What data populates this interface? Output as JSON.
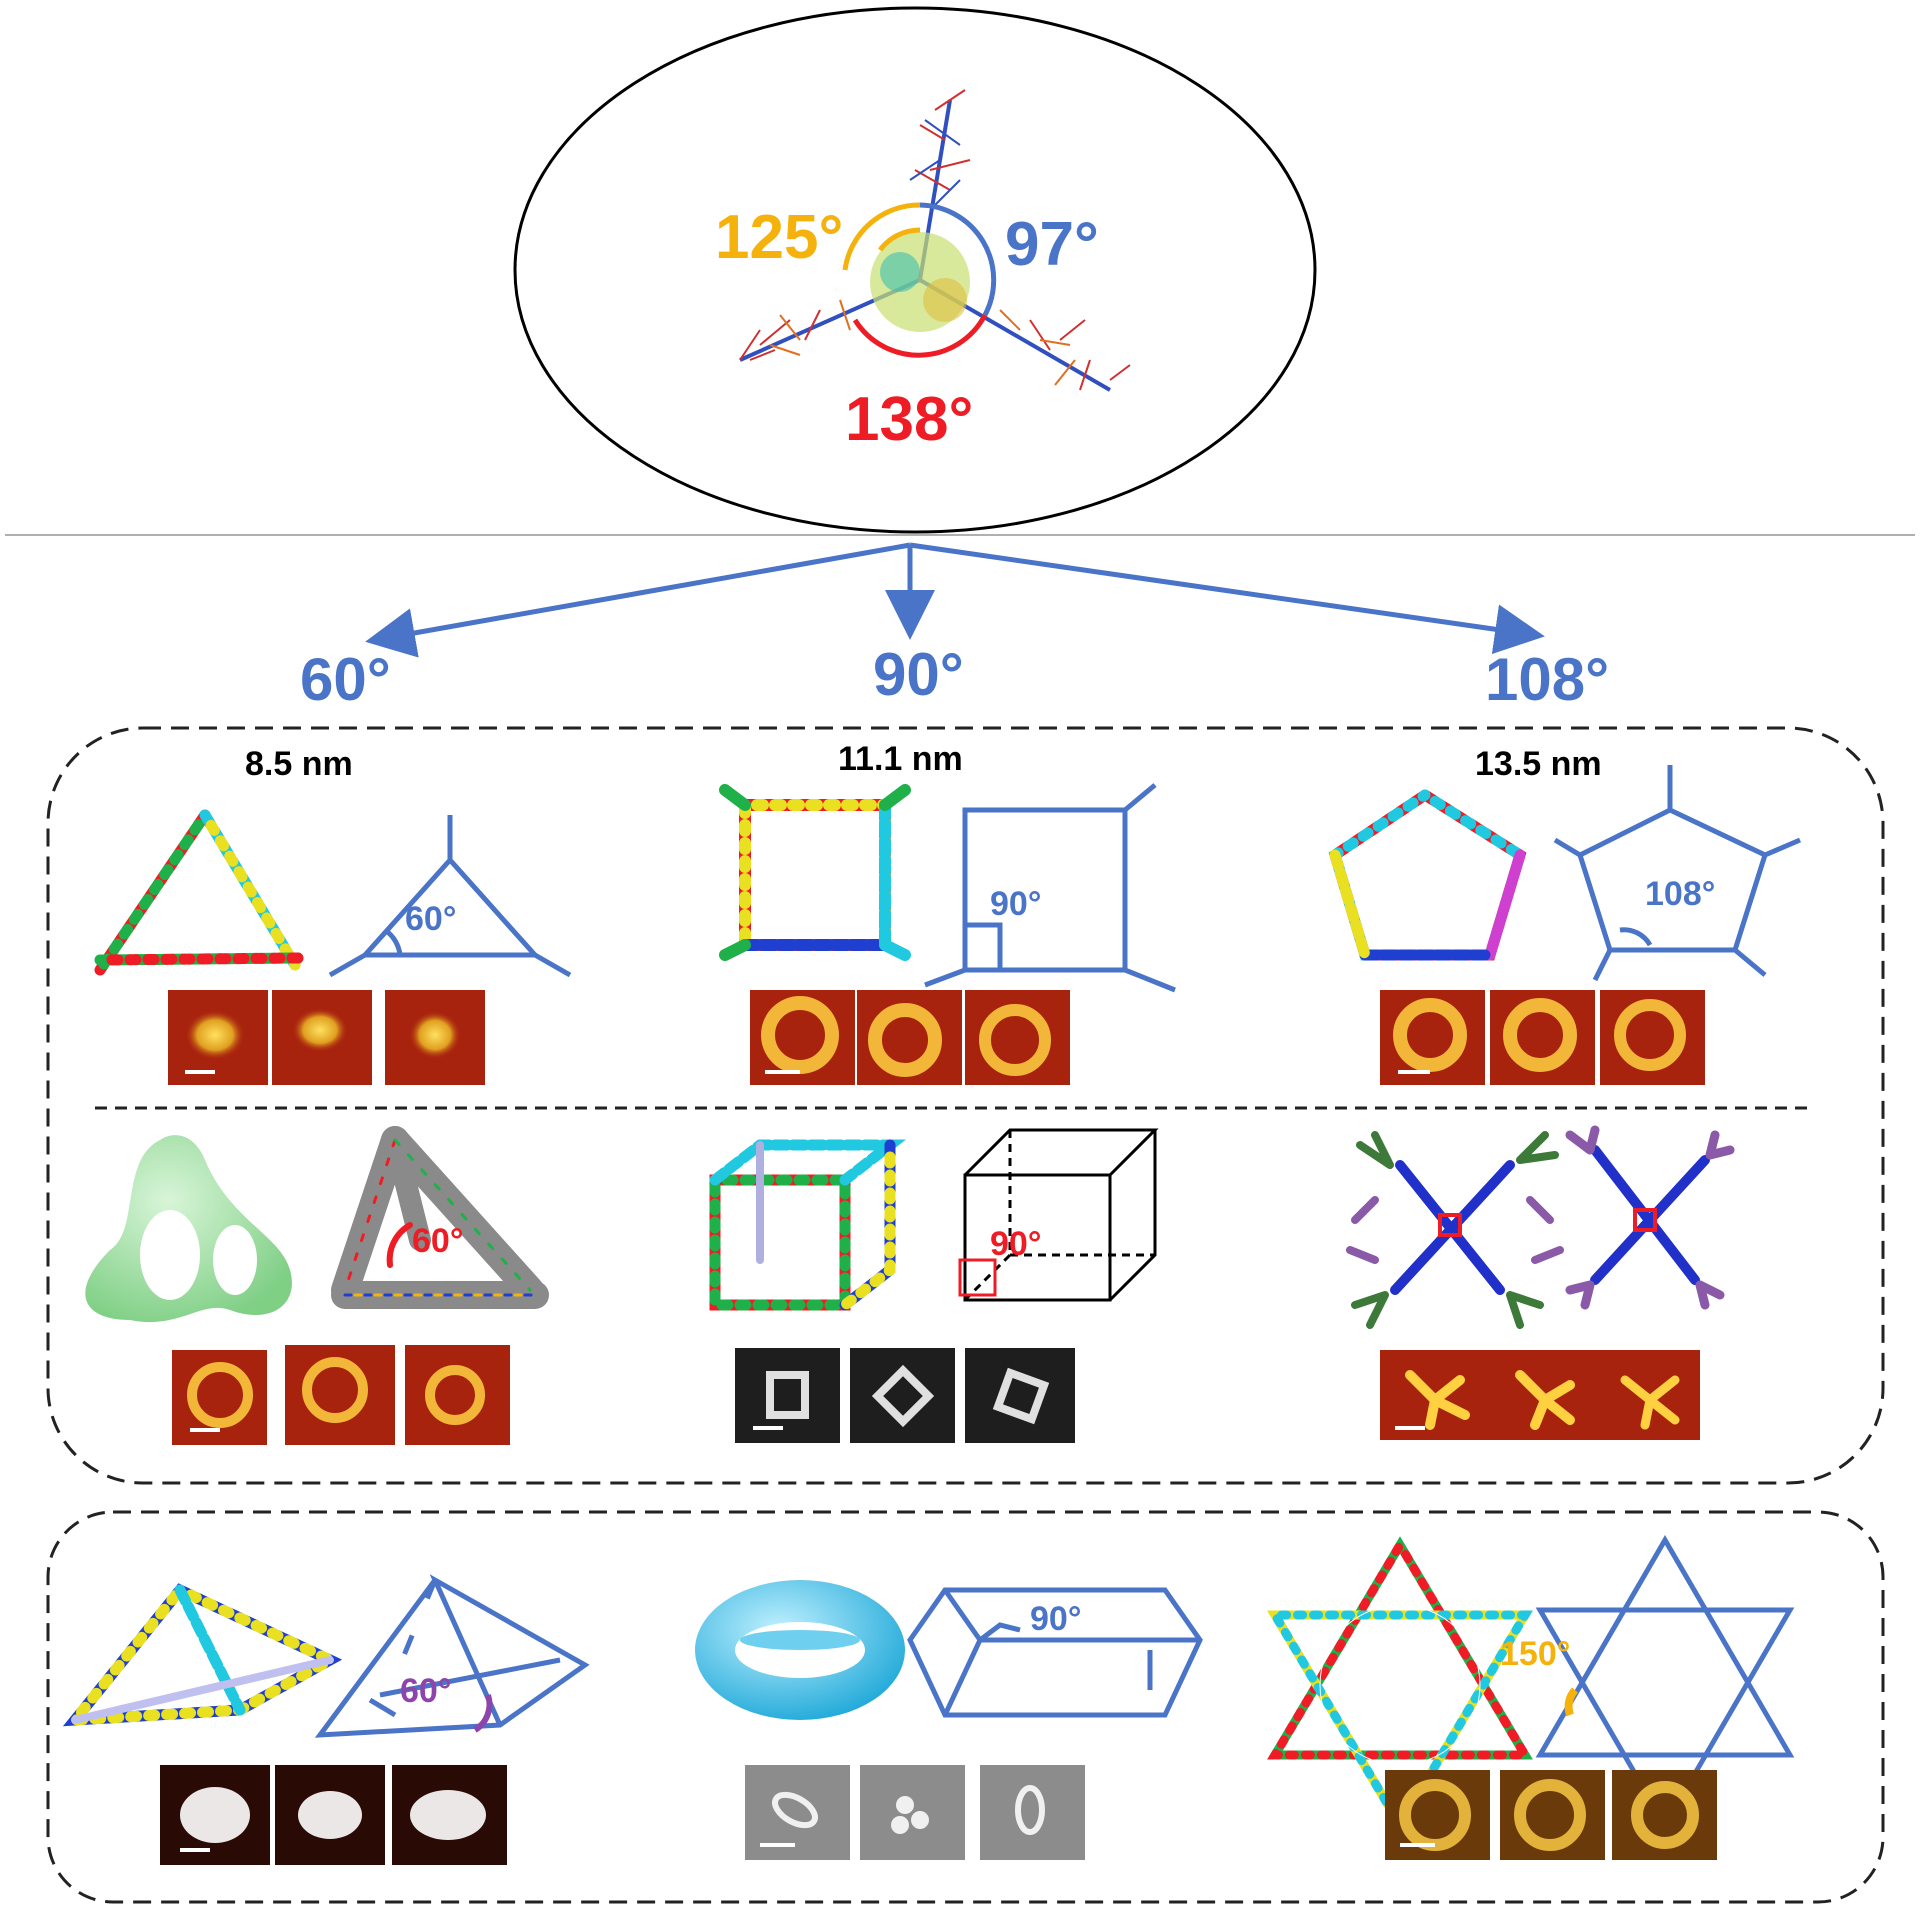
{
  "junction": {
    "angles": [
      {
        "label": "125°",
        "color": "#f5b20c"
      },
      {
        "label": "97°",
        "color": "#4a74c7"
      },
      {
        "label": "138°",
        "color": "#ee1c24"
      }
    ]
  },
  "branches": [
    {
      "angle": "60°",
      "size": "8.5 nm",
      "shape_angle": "60°"
    },
    {
      "angle": "90°",
      "size": "11.1 nm",
      "shape_angle": "90°"
    },
    {
      "angle": "108°",
      "size": "13.5 nm",
      "shape_angle": "108°"
    }
  ],
  "row2": {
    "tetra_angle": "60°",
    "cube_angle": "90°"
  },
  "row3": {
    "pyramid_angle": "60°",
    "prism_angle": "90°",
    "star_angle": "150°"
  },
  "colors": {
    "blue": "#4a74c7",
    "red": "#ee1c24",
    "orange": "#f5b20c",
    "purple": "#8e44ad",
    "afm_bg": "#a8230e",
    "afm_spot": "#f0d040",
    "em_bg": "#1e1e1e",
    "em_light": "#9a9a9a"
  }
}
